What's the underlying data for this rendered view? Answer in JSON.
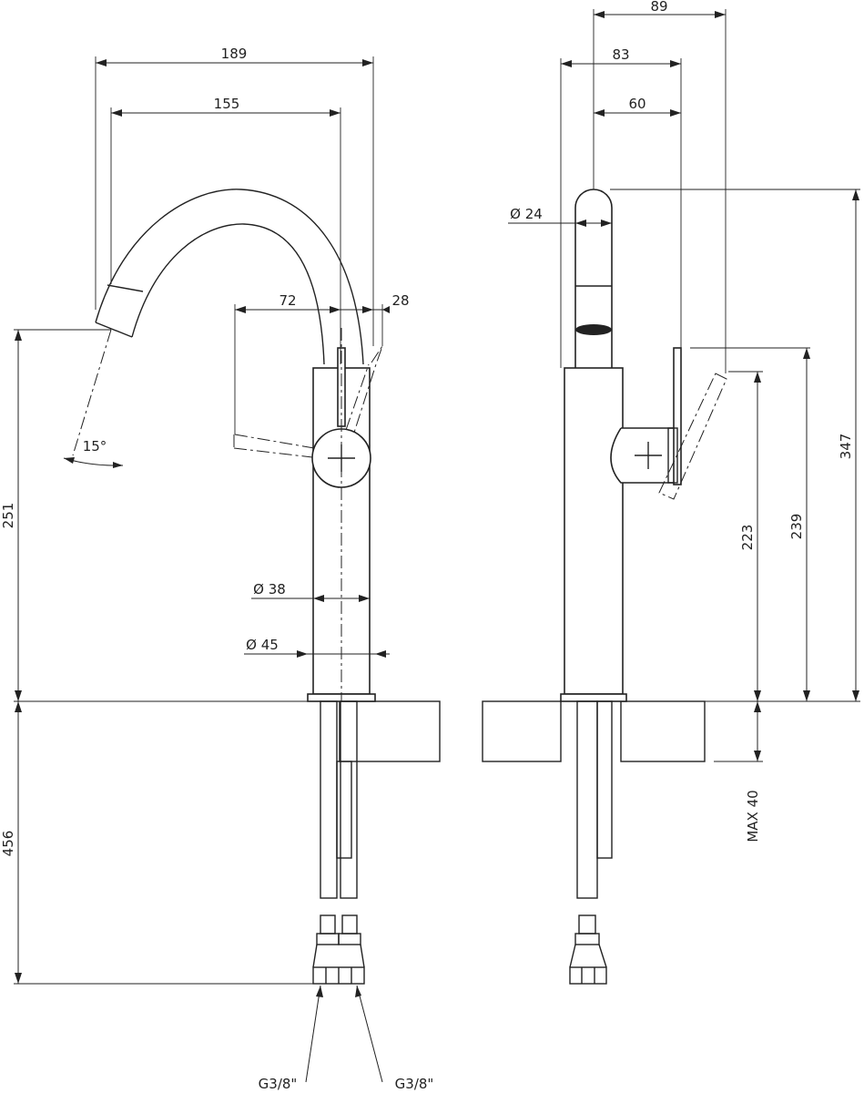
{
  "diagram": {
    "front_view": {
      "dim_outer_width": "189",
      "dim_spout_reach": "155",
      "dim_lever_reach": "72",
      "dim_lever_offset": "28",
      "dim_spout_angle": "15°",
      "dim_height_outlet": "251",
      "dim_body_diameter": "Ø 38",
      "dim_base_diameter": "Ø 45",
      "dim_hose_length": "456",
      "hose_thread_left": "G3/8\"",
      "hose_thread_right": "G3/8\""
    },
    "side_view": {
      "dim_top_89": "89",
      "dim_top_83": "83",
      "dim_top_60": "60",
      "dim_spout_diameter": "Ø 24",
      "dim_height_223": "223",
      "dim_height_239": "239",
      "dim_height_347": "347",
      "dim_max_deck": "MAX 40"
    }
  }
}
